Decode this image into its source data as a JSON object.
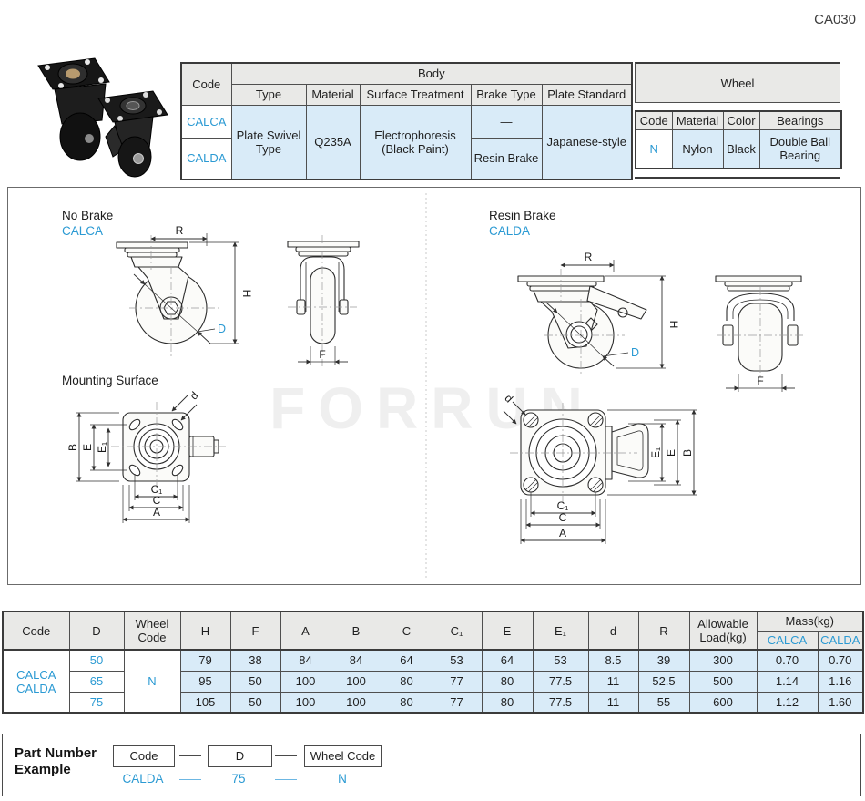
{
  "doc_code": "CA030",
  "watermark": "FORRUN",
  "spec_table": {
    "code_header": "Code",
    "body_header": "Body",
    "col_type": "Type",
    "col_material": "Material",
    "col_surface": "Surface Treatment",
    "col_brake": "Brake Type",
    "col_plate": "Plate Standard",
    "row1_code": "CALCA",
    "row2_code": "CALDA",
    "type_value": "Plate Swivel Type",
    "material_value": "Q235A",
    "surface_value": "Electrophoresis (Black Paint)",
    "brake_row1": "—",
    "brake_row2": "Resin Brake",
    "plate_value": "Japanese-style",
    "wheel_header": "Wheel",
    "wheel_col_code": "Code",
    "wheel_col_material": "Material",
    "wheel_col_color": "Color",
    "wheel_col_bearings": "Bearings",
    "wheel_code": "N",
    "wheel_material": "Nylon",
    "wheel_color": "Black",
    "wheel_bearings": "Double Ball Bearing"
  },
  "diagrams": {
    "no_brake_label": "No Brake",
    "no_brake_code": "CALCA",
    "resin_brake_label": "Resin Brake",
    "resin_brake_code": "CALDA",
    "mounting_label": "Mounting Surface",
    "dim_R": "R",
    "dim_H": "H",
    "dim_D": "D",
    "dim_F": "F",
    "dim_A": "A",
    "dim_B": "B",
    "dim_C": "C",
    "dim_C1": "C₁",
    "dim_E": "E",
    "dim_E1": "E₁",
    "dim_d": "d"
  },
  "dim_table": {
    "h_code": "Code",
    "h_D": "D",
    "h_wheel_code": "Wheel Code",
    "h_H": "H",
    "h_F": "F",
    "h_A": "A",
    "h_B": "B",
    "h_C": "C",
    "h_C1": "C₁",
    "h_E": "E",
    "h_E1": "E₁",
    "h_d": "d",
    "h_R": "R",
    "h_load": "Allowable Load(kg)",
    "h_mass": "Mass(kg)",
    "h_mass_calca": "CALCA",
    "h_mass_calda": "CALDA",
    "code_line1": "CALCA",
    "code_line2": "CALDA",
    "wheel_code_value": "N",
    "rows": [
      {
        "D": "50",
        "H": "79",
        "F": "38",
        "A": "84",
        "B": "84",
        "C": "64",
        "C1": "53",
        "E": "64",
        "E1": "53",
        "d": "8.5",
        "R": "39",
        "load": "300",
        "mass_calca": "0.70",
        "mass_calda": "0.70"
      },
      {
        "D": "65",
        "H": "95",
        "F": "50",
        "A": "100",
        "B": "100",
        "C": "80",
        "C1": "77",
        "E": "80",
        "E1": "77.5",
        "d": "11",
        "R": "52.5",
        "load": "500",
        "mass_calca": "1.14",
        "mass_calda": "1.16"
      },
      {
        "D": "75",
        "H": "105",
        "F": "50",
        "A": "100",
        "B": "100",
        "C": "80",
        "C1": "77",
        "E": "80",
        "E1": "77.5",
        "d": "11",
        "R": "55",
        "load": "600",
        "mass_calca": "1.12",
        "mass_calda": "1.60"
      }
    ]
  },
  "part_number": {
    "label_line1": "Part Number",
    "label_line2": "Example",
    "box_code": "Code",
    "box_d": "D",
    "box_wheel": "Wheel Code",
    "val_code": "CALDA",
    "val_d": "75",
    "val_wheel": "N"
  },
  "colors": {
    "accent_blue": "#2b9ad3",
    "cell_blue": "#d9ebf8",
    "header_gray": "#e9e9e7"
  }
}
